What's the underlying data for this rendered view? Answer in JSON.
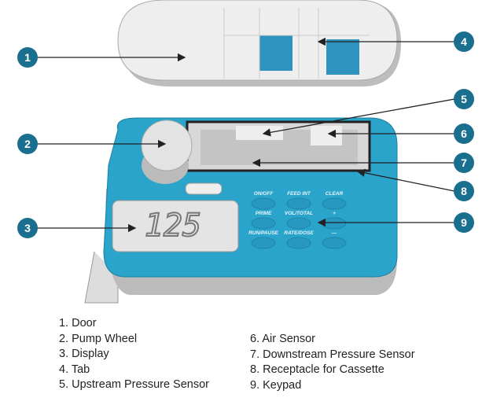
{
  "callouts": [
    "1",
    "2",
    "3",
    "4",
    "5",
    "6",
    "7",
    "8",
    "9"
  ],
  "display_value": "125",
  "keypad": [
    "ON/OFF",
    "FEED INT",
    "CLEAR",
    "PRIME",
    "VOL/TOTAL",
    "+",
    "RUN/PAUSE",
    "RATE/DOSE",
    "—"
  ],
  "legend": [
    "1. Door",
    "2. Pump Wheel",
    "3. Display",
    "4. Tab",
    "5. Upstream Pressure Sensor",
    "6. Air Sensor",
    "7. Downstream Pressure Sensor",
    "8. Receptacle for Cassette",
    "9. Keypad"
  ],
  "colors": {
    "callout": "#1b6f8e",
    "body": "#2ba4cc",
    "door": "#ececec",
    "window": "#2f93c0"
  }
}
